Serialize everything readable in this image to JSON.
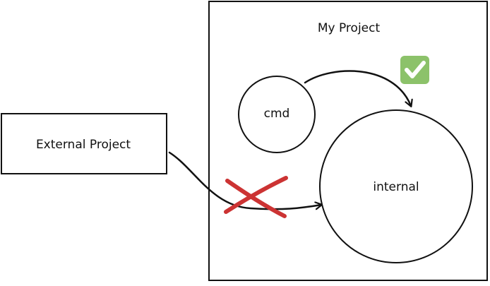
{
  "project": {
    "title": "My Project"
  },
  "external": {
    "label": "External Project"
  },
  "nodes": {
    "cmd": {
      "label": "cmd"
    },
    "internal": {
      "label": "internal"
    }
  },
  "edges": [
    {
      "from": "cmd",
      "to": "internal",
      "status": "allowed",
      "icon": "check-icon"
    },
    {
      "from": "external",
      "to": "internal",
      "status": "forbidden",
      "icon": "cross-icon"
    }
  ],
  "colors": {
    "stroke": "#111111",
    "allowed": "#8cc26a",
    "forbidden": "#cc3333",
    "background": "#ffffff"
  }
}
